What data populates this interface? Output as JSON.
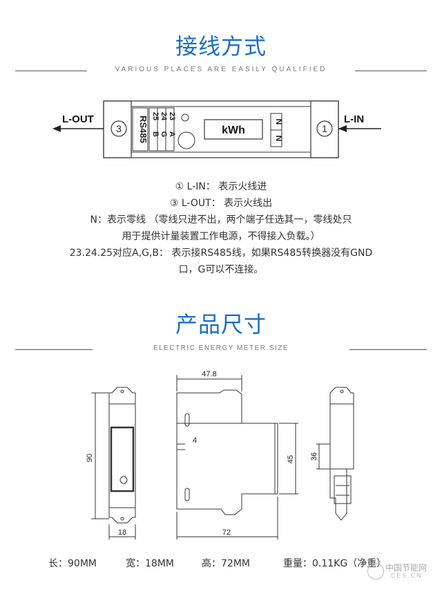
{
  "wiring": {
    "title": "接线方式",
    "subtitle": "VARIOUS PLACES ARE EASILY QUALIFIED",
    "diagram": {
      "l_out": "L-OUT",
      "l_in": "L-IN",
      "circle_left": "3",
      "circle_right": "1",
      "rs485": "RS485",
      "pins_top": [
        "25",
        "24",
        "23"
      ],
      "pins_bottom": [
        "B",
        "G",
        "A"
      ],
      "kwh": "kWh",
      "n_labels": [
        "N",
        "N"
      ]
    },
    "desc_lines": [
      "① L-IN： 表示火线进",
      "③ L-OUT： 表示火线出",
      "N：表示零线 （零线只进不出，两个端子任选其一，零线处只",
      "用于提供计量装置工作电源，不得接入负载。）",
      "23.24.25对应A,G,B： 表示接RS485线，如果RS485转换器没有GND",
      "口，G可以不连接。"
    ]
  },
  "size": {
    "title": "产品尺寸",
    "subtitle": "ELECTRIC ENERGY METER SIZE",
    "dims": {
      "height": "90",
      "width_front": "18",
      "depth_top": "47.8",
      "depth_bottom": "72",
      "small": "4",
      "mid": "45",
      "side": "36"
    }
  },
  "specs": [
    {
      "label": "长：",
      "value": "90MM"
    },
    {
      "label": "宽：",
      "value": "18MM"
    },
    {
      "label": "高：",
      "value": "72MM"
    },
    {
      "label": "重量：",
      "value": "0.11KG（净重）"
    }
  ],
  "watermark": "中国节能网",
  "watermark_url": "CES.CN"
}
